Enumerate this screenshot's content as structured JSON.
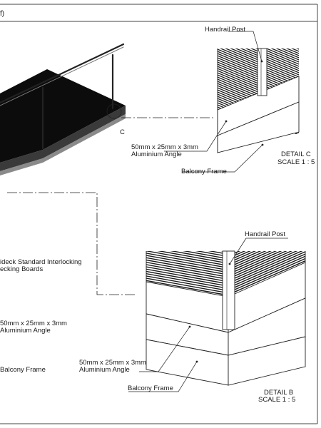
{
  "header": {
    "fragment": "f)"
  },
  "drawing": {
    "overview": {
      "callout": "C"
    },
    "detail_c": {
      "handrail_post": "Handrail Post",
      "angle_line1": "50mm x 25mm x 3mm",
      "angle_line2": "Aluminium Angle",
      "balcony_frame": "Balcony Frame",
      "title": "DETAIL C",
      "scale": "SCALE 1 : 5"
    },
    "left_notes": {
      "boards_line1": "ideck Standard Interlocking",
      "boards_line2": "ecking Boards",
      "angle_line1": "50mm x 25mm x 3mm",
      "angle_line2": "Aluminium Angle",
      "balcony_frame": "Balcony Frame"
    },
    "detail_b": {
      "handrail_post": "Handrail Post",
      "angle_line1": "50mm x 25mm x 3mm",
      "angle_line2": "Aluminium Angle",
      "balcony_frame": "Balcony Frame",
      "title": "DETAIL B",
      "scale": "SCALE 1 : 5"
    }
  }
}
